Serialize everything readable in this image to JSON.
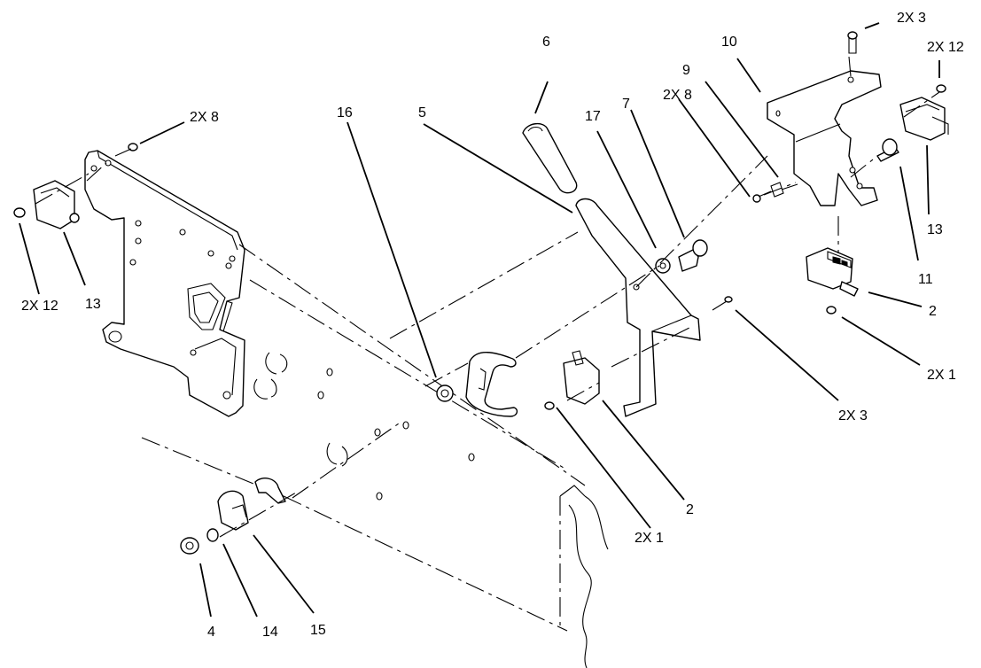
{
  "diagram": {
    "callouts": {
      "c2x3_top": "2X 3",
      "c2x12_right": "2X 12",
      "c10": "10",
      "c9": "9",
      "c6": "6",
      "c2x8_center": "2X 8",
      "c7": "7",
      "c17": "17",
      "c5": "5",
      "c16": "16",
      "c2x8_left": "2X 8",
      "c13_right": "13",
      "c11": "11",
      "c2_right": "2",
      "c2x1_right": "2X 1",
      "c2x3_right": "2X 3",
      "c2_center": "2",
      "c2x1_center": "2X 1",
      "c2x12_left": "2X 12",
      "c13_left": "13",
      "c4": "4",
      "c14": "14",
      "c15": "15"
    }
  }
}
